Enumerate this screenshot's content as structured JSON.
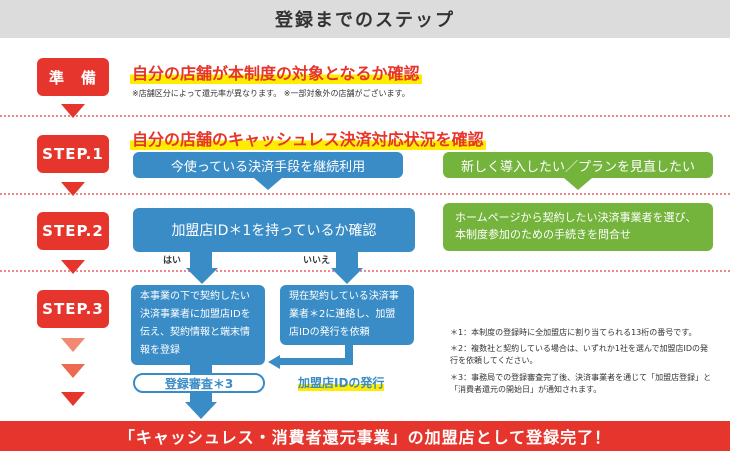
{
  "title": "登録までのステップ",
  "steps": [
    "準　備",
    "STEP.1",
    "STEP.2",
    "STEP.3"
  ],
  "prep": {
    "heading": "自分の店舗が本制度の対象となるか確認",
    "note": "※店舗区分によって還元率が異なります。 ※一部対象外の店舗がございます。"
  },
  "step1": {
    "heading": "自分の店舗のキャッシュレス決済対応状況を確認",
    "left": "今使っている決済手段を継続利用",
    "right": "新しく導入したい／プランを見直したい"
  },
  "step2": {
    "question": "加盟店ID＊1を持っているか確認",
    "yes": "はい",
    "no": "いいえ",
    "right": "ホームページから契約したい決済事業者を選び、本制度参加のための手続きを問合せ"
  },
  "step3": {
    "yes_box": "本事業の下で契約したい決済事業者に加盟店IDを伝え、契約情報と端末情報を登録",
    "no_box": "現在契約している決済事業者＊2に連絡し、加盟店IDの発行を依頼",
    "issue": "加盟店IDの発行",
    "review": "登録審査＊3"
  },
  "footnotes": [
    "＊1：本制度の登録時に全加盟店に割り当てられる13桁の番号です。",
    "＊2：複数社と契約している場合は、いずれか1社を選んで加盟店IDの発行を依頼してください。",
    "＊3：事務局での登録審査完了後、決済事業者を通じて「加盟店登録」と「消費者還元の開始日」が通知されます。"
  ],
  "footer": "「キャッシュレス・消費者還元事業」の加盟店として登録完了！",
  "colors": {
    "red": "#e5352c",
    "blue": "#3a8cc6",
    "green": "#74b43c",
    "highlight": "#ffec00"
  }
}
